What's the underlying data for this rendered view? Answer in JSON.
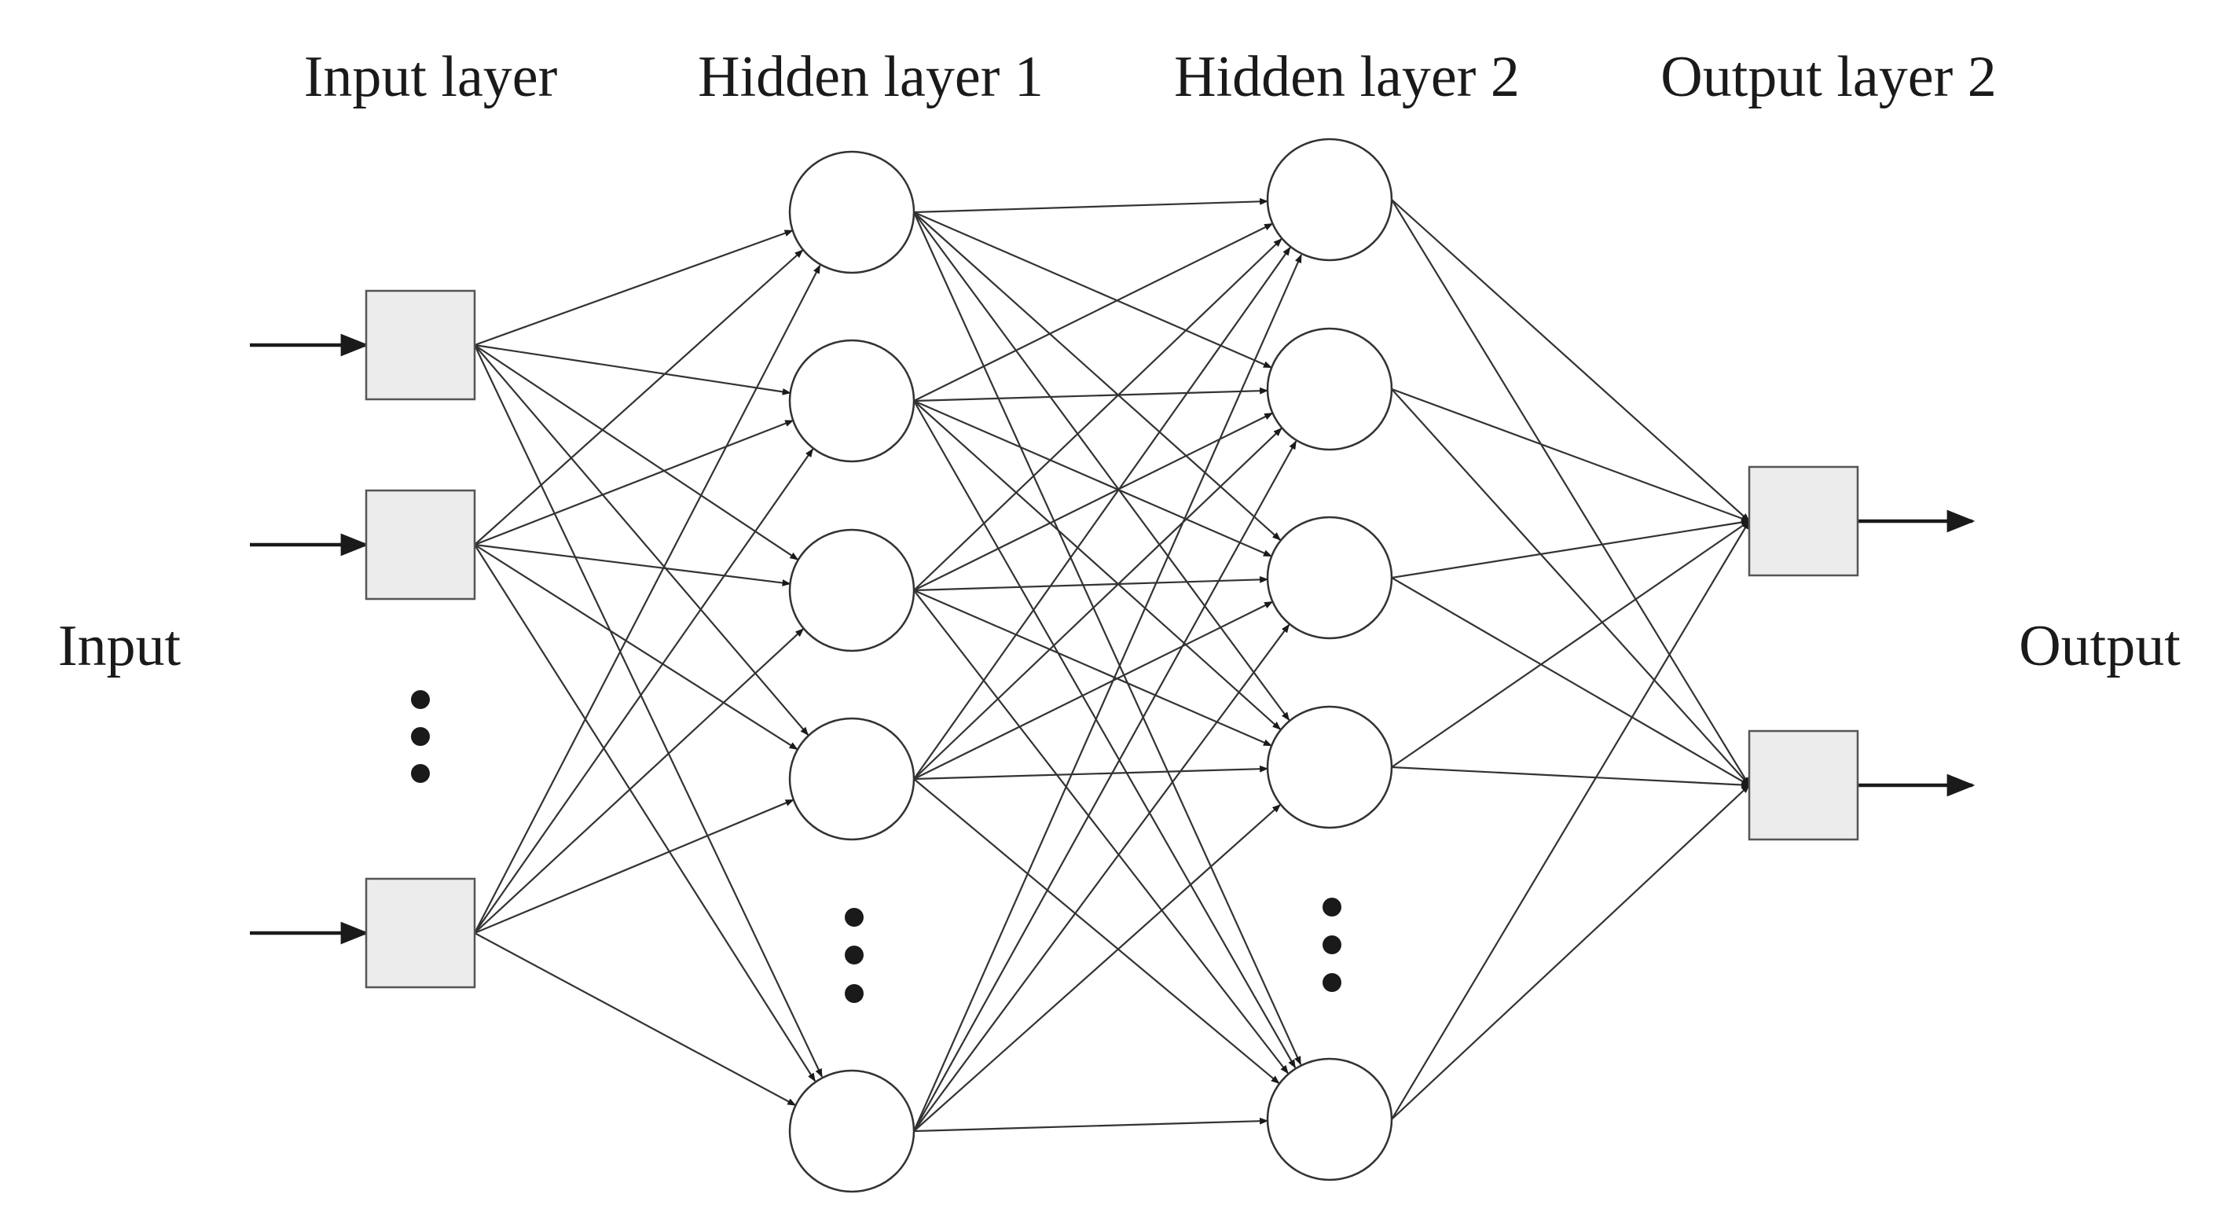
{
  "labels": {
    "input_layer": "Input layer",
    "hidden_layer_1": "Hidden layer 1",
    "hidden_layer_2": "Hidden layer 2",
    "output_layer": "Output layer 2",
    "input": "Input",
    "output": "Output"
  },
  "layers": [
    {
      "id": "input-layer",
      "shape": "square",
      "node_count_shown": 3,
      "ellipsis": true
    },
    {
      "id": "hidden-layer-1",
      "shape": "circle",
      "node_count_shown": 5,
      "ellipsis": true
    },
    {
      "id": "hidden-layer-2",
      "shape": "circle",
      "node_count_shown": 5,
      "ellipsis": true
    },
    {
      "id": "output-layer",
      "shape": "square",
      "node_count_shown": 2,
      "ellipsis": false
    }
  ],
  "connectivity": "fully-connected",
  "colors": {
    "square_fill": "#ececec",
    "line": "#333333",
    "text": "#1a1a1a"
  }
}
